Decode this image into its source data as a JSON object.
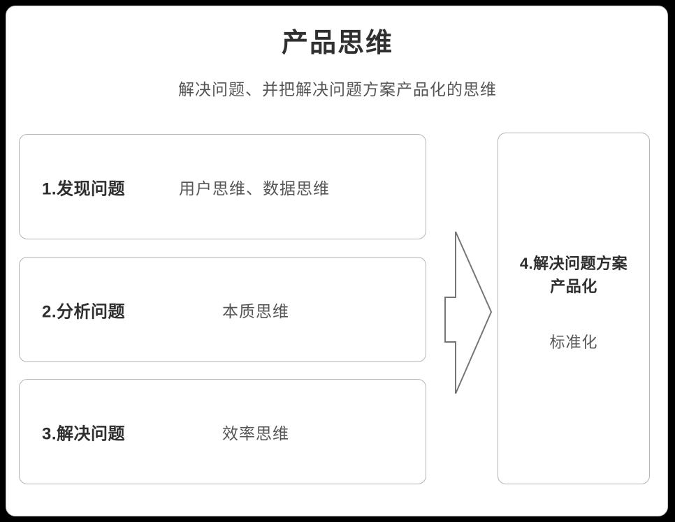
{
  "page": {
    "background_color": "#000000",
    "card_background": "#ffffff",
    "border_color": "#b4b4b4",
    "title_color": "#303030",
    "body_text_color": "#555555"
  },
  "header": {
    "title": "产品思维",
    "subtitle": "解决问题、并把解决问题方案产品化的思维"
  },
  "stages": [
    {
      "label": "1.发现问题",
      "detail": "用户思维、数据思维"
    },
    {
      "label": "2.分析问题",
      "detail": "本质思维"
    },
    {
      "label": "3.解决问题",
      "detail": "效率思维"
    }
  ],
  "arrow": {
    "icon": "right-arrow-outline",
    "direction": "right",
    "stroke_color": "#767676"
  },
  "outcome": {
    "title_line1": "4.解决问题方案",
    "title_line2": "产品化",
    "detail": "标准化"
  }
}
